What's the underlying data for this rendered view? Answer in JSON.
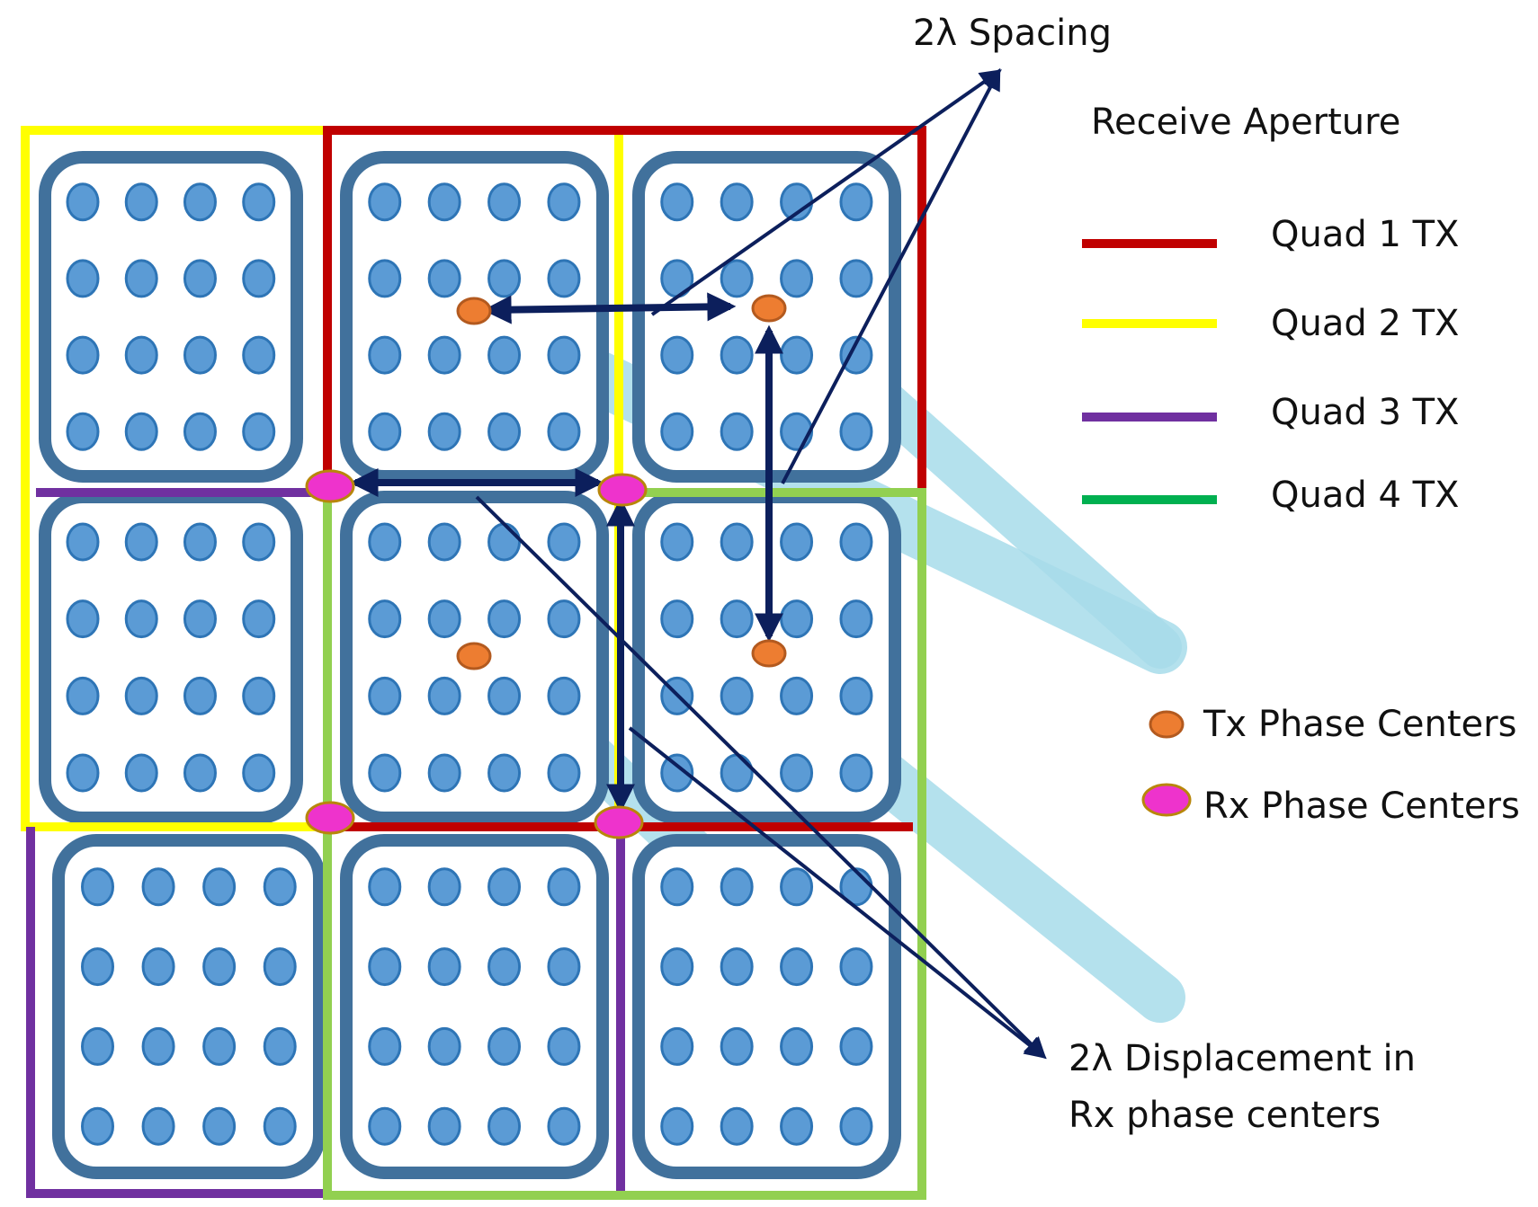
{
  "annotations": {
    "spacing": "2λ Spacing",
    "displacement_line1": "2λ Displacement in",
    "displacement_line2": "Rx phase centers"
  },
  "legend": {
    "title": "Receive Aperture",
    "entries": [
      {
        "label": "Quad 1 TX",
        "color": "#c00000"
      },
      {
        "label": "Quad 2 TX",
        "color": "#ffff00"
      },
      {
        "label": "Quad 3 TX",
        "color": "#7030a0"
      },
      {
        "label": "Quad 4 TX",
        "color": "#00b050"
      }
    ],
    "markers": [
      {
        "label": "Tx Phase Centers",
        "fill": "#ed7d31",
        "stroke": "#b35a1f"
      },
      {
        "label": "Rx Phase Centers",
        "fill": "#ee33cc",
        "stroke": "#b8860b"
      }
    ]
  },
  "colors": {
    "tile_border": "#41719c",
    "element_fill": "#5b9bd5",
    "element_stroke": "#2e75b6",
    "arrow": "#0c1f5c",
    "beam": "#a8dcea",
    "quad4_outline": "#92d050"
  }
}
